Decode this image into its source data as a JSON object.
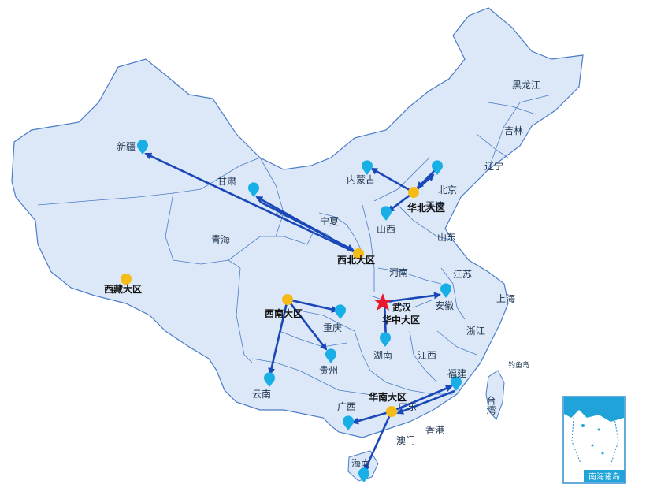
{
  "colors": {
    "land_fill": "#dce8f8",
    "border": "#4a7cc7",
    "sea": "#ffffff",
    "hub_marker": "#f5bb16",
    "city_marker": "#18aee6",
    "route_arrow": "#1a47b8",
    "star": "#e8192c"
  },
  "labels": {
    "heilongjiang": "黑龙江",
    "jilin": "吉林",
    "liaoning": "辽宁",
    "beijing": "北京",
    "tianjin": "天津",
    "neimenggu": "内蒙古",
    "xinjiang": "新疆",
    "gansu": "甘肃",
    "qinghai": "青海",
    "ningxia": "宁夏",
    "shanxi": "山西",
    "shandong": "山东",
    "henan": "河南",
    "jiangsu": "江苏",
    "shanghai": "上海",
    "anhui": "安徽",
    "zhejiang": "浙江",
    "hubei_city": "武汉",
    "chongqing": "重庆",
    "guizhou": "贵州",
    "yunnan": "云南",
    "hunan": "湖南",
    "jiangxi": "江西",
    "fujian": "福建",
    "taiwan": "台湾",
    "guangxi": "广西",
    "guangdong": "广东",
    "hongkong": "香港",
    "macao": "澳门",
    "hainan": "海南",
    "diaoyudao": "钓鱼岛"
  },
  "regions": {
    "huabei": "华北大区",
    "xibei": "西北大区",
    "xizang": "西藏大区",
    "xinan": "西南大区",
    "huazhong": "华中大区",
    "huanan": "华南大区"
  },
  "inset": {
    "caption": "南海诸岛"
  },
  "icons": {
    "hub": "location-dot",
    "city": "map-pin",
    "origin": "star"
  }
}
